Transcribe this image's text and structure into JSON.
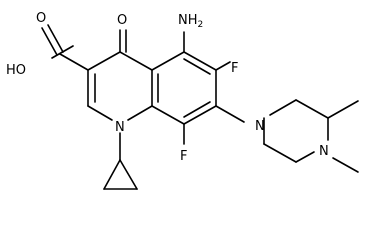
{
  "molecule": {
    "labels": {
      "o_top": "O",
      "hydroxyl": "HO",
      "carbonyl_o": "O",
      "amino_n": "NH",
      "amino_sub": "2",
      "f_upper": "F",
      "f_lower": "F",
      "n_ring": "N",
      "n_pip1": "N",
      "n_pip2": "N"
    },
    "colors": {
      "bond": "#000000",
      "text": "#000000",
      "background": "#ffffff"
    }
  }
}
